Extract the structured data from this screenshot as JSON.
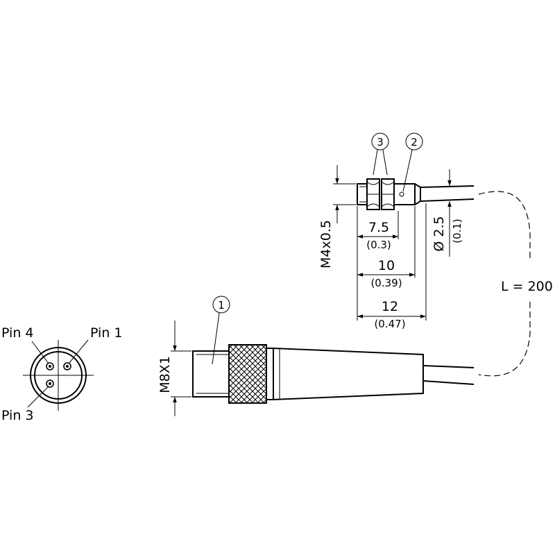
{
  "connector_face": {
    "pin_labels": [
      "Pin 4",
      "Pin 1",
      "Pin 3"
    ]
  },
  "connector": {
    "thread_label": "M8X1",
    "callout": "1"
  },
  "sensor": {
    "thread_label": "M4x0.5",
    "callouts": [
      "3",
      "2"
    ],
    "dim_7_5": "7.5",
    "dim_7_5_in": "(0.3)",
    "dim_10": "10",
    "dim_10_in": "(0.39)",
    "dim_12": "12",
    "dim_12_in": "(0.47)",
    "dim_cable_dia": "Ø 2.5",
    "dim_cable_dia_in": "(0.1)"
  },
  "cable": {
    "length_label": "L = 200"
  },
  "colors": {
    "line": "#000000",
    "background": "#ffffff"
  }
}
